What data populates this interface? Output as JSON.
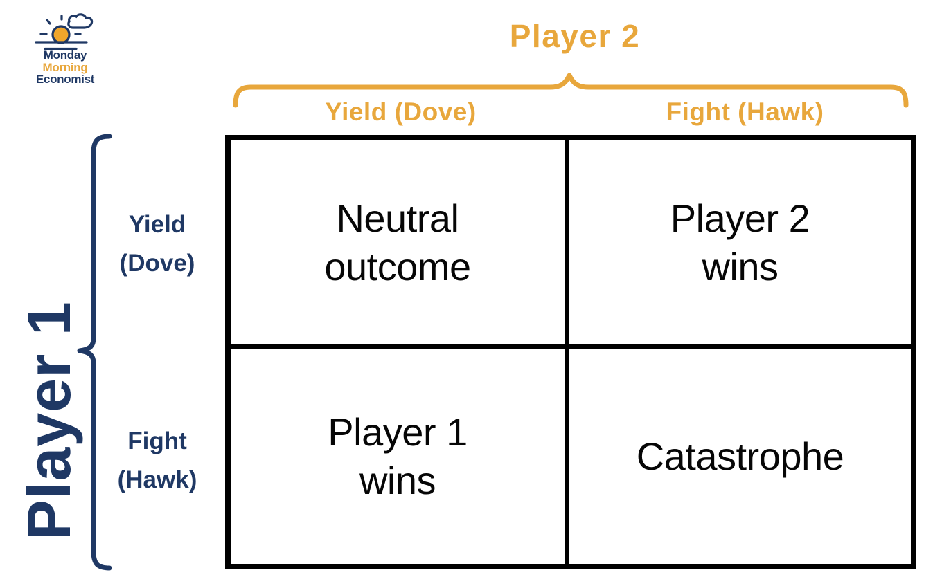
{
  "colors": {
    "gold": "#E8A73C",
    "navy": "#1F3864",
    "ink": "#060606",
    "sun": "#F0A62B"
  },
  "logo": {
    "icon": "sunrise-with-cloud",
    "line1": "Monday",
    "line2": "Morning",
    "line3": "Economist"
  },
  "player2": {
    "title": "Player 2",
    "columns": [
      {
        "label": "Yield (Dove)"
      },
      {
        "label": "Fight (Hawk)"
      }
    ]
  },
  "player1": {
    "title": "Player 1",
    "rows": [
      {
        "label": "Yield\n(Dove)"
      },
      {
        "label": "Fight\n(Hawk)"
      }
    ]
  },
  "matrix": {
    "cells": [
      [
        "Neutral\noutcome",
        "Player 2\nwins"
      ],
      [
        "Player 1\nwins",
        "Catastrophe"
      ]
    ]
  }
}
